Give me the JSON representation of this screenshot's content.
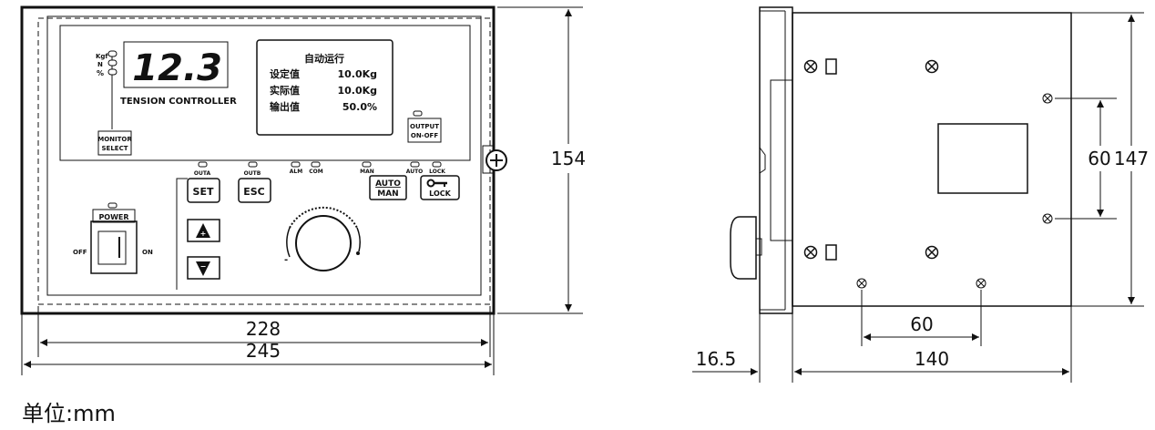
{
  "front_view": {
    "display": {
      "digits": "12.3",
      "unit_kgf": "Kgf",
      "unit_n": "N",
      "unit_pct": "%",
      "brand_label": "TENSION CONTROLLER"
    },
    "lcd": {
      "title": "自动运行",
      "rows": [
        {
          "label": "设定值",
          "value": "10.0Kg"
        },
        {
          "label": "实际值",
          "value": "10.0Kg"
        },
        {
          "label": "输出值",
          "value": "50.0%"
        }
      ]
    },
    "buttons": {
      "monitor_line1": "MONITOR",
      "monitor_line2": "SELECT",
      "output_line1": "OUTPUT",
      "output_line2": "ON-OFF",
      "set": "SET",
      "esc": "ESC",
      "auto": "AUTO",
      "man": "MAN",
      "lock": "LOCK",
      "up_icon": "up-arrow-icon",
      "down_icon": "down-arrow-icon"
    },
    "indicators": {
      "outa": "OUTA",
      "outb": "OUTB",
      "alm": "ALM",
      "com": "COM",
      "man": "MAN",
      "auto": "AUTO",
      "lock": "LOCK"
    },
    "power": {
      "label": "POWER",
      "off": "OFF",
      "on": "ON"
    },
    "dimensions": {
      "height": "154",
      "inner_width": "228",
      "outer_width": "245"
    }
  },
  "side_view": {
    "dimensions": {
      "hole_vertical": "60",
      "height": "147",
      "hole_horizontal": "60",
      "depth": "140",
      "flange": "16.5"
    }
  },
  "unit_label": "单位:mm",
  "colors": {
    "line": "#111111",
    "background": "#ffffff"
  }
}
